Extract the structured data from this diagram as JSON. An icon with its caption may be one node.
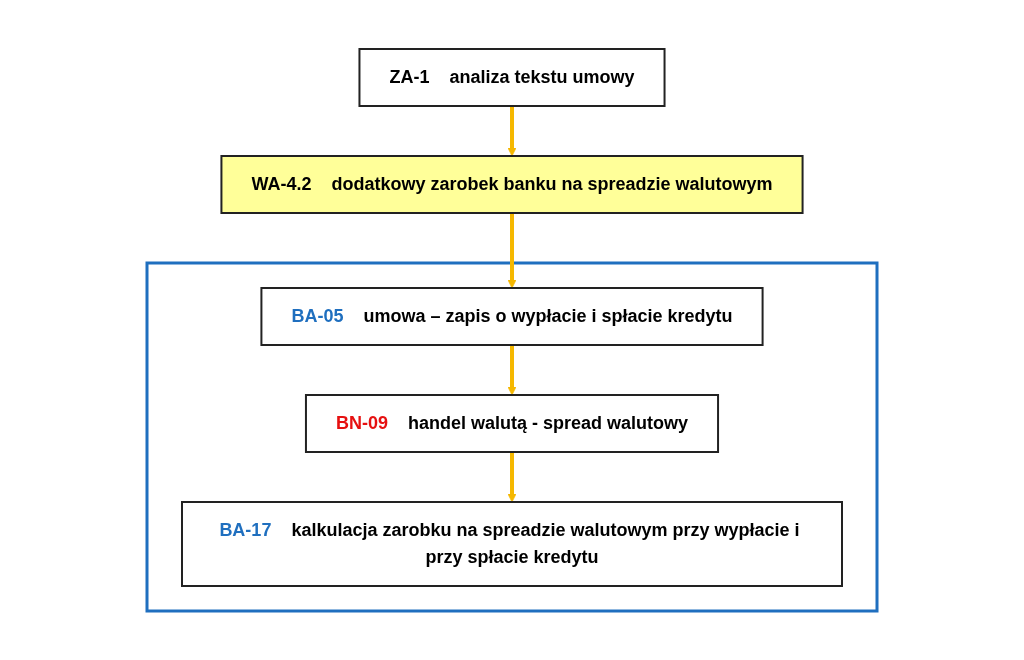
{
  "diagram": {
    "nodes": [
      {
        "text": [
          "ZA-1",
          "analiza tekstu umowy"
        ]
      },
      {
        "text": [
          "WA-4.2",
          "dodatkowy zarobek banku na spreadzie walutowym"
        ]
      },
      {
        "text": [],
        "shape": "box"
      },
      {
        "text": [
          "BA-05",
          "umowa – zapis o wypłacie i spłacie kredytu"
        ],
        "in": 2
      },
      {
        "text": [
          "BN-09",
          "handel walutą  - spread walutowy"
        ],
        "in": 2
      },
      {
        "text": [
          "BA-17",
          "kalkulacja zarobku na spreadzie walutowym przy wypłacie i przy spłacie kredytu"
        ],
        "in": 2
      }
    ],
    "edges": [
      {
        "from": 0,
        "to": 1,
        "arrow": "to"
      },
      {
        "from": 1,
        "to": 3,
        "arrow": "to"
      },
      {
        "from": 3,
        "to": 4,
        "arrow": "to"
      },
      {
        "from": 4,
        "to": 5,
        "arrow": "to"
      }
    ]
  }
}
